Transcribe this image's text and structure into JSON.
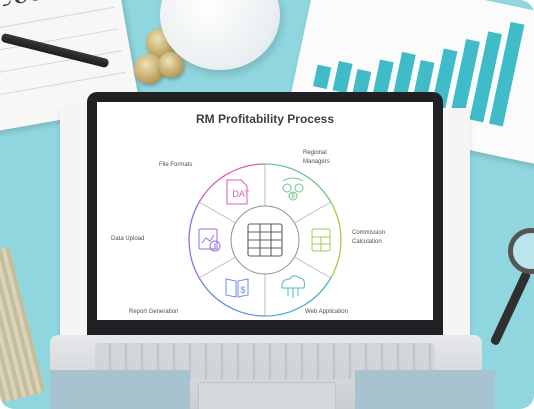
{
  "scene": {
    "notebook_text": "SUCCESS"
  },
  "slide": {
    "title": "RM Profitability Process",
    "segments": [
      {
        "label_line1": "Regional",
        "label_line2": "Managers",
        "icon": "people-money-icon",
        "color": "#6cc48a"
      },
      {
        "label_line1": "Commission",
        "label_line2": "Calculation",
        "icon": "calculator-icon",
        "color": "#9ccd55"
      },
      {
        "label_line1": "Web Application",
        "label_line2": "",
        "icon": "cloud-network-icon",
        "color": "#4ab7c9"
      },
      {
        "label_line1": "Report Generation",
        "label_line2": "",
        "icon": "report-book-icon",
        "color": "#6b8fe0"
      },
      {
        "label_line1": "Data Upload",
        "label_line2": "",
        "icon": "chart-upload-icon",
        "color": "#9a6ee0"
      },
      {
        "label_line1": "File Formats",
        "label_line2": "",
        "icon": "dat-file-icon",
        "color": "#d85fb2"
      }
    ],
    "center_icon": "table-icon",
    "dat_text": "DAT",
    "colors": {
      "title": "#3b3f46",
      "center_stroke": "#5a5f66"
    }
  }
}
